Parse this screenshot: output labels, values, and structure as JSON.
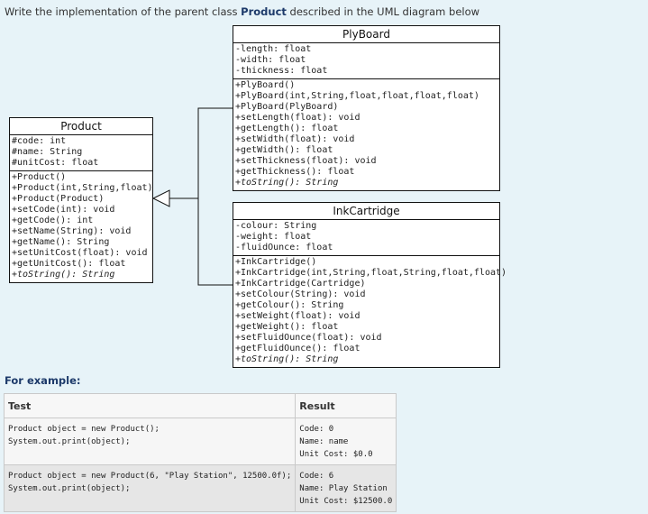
{
  "question": {
    "before": "Write the implementation of the parent class ",
    "bold": "Product",
    "after": " described in the UML diagram below"
  },
  "uml": {
    "product": {
      "name": "Product",
      "attributes": [
        "#code: int",
        "#name: String",
        "#unitCost: float"
      ],
      "methods": [
        "+Product()",
        "+Product(int,String,float)",
        "+Product(Product)",
        "+setCode(int): void",
        "+getCode(): int",
        "+setName(String): void",
        "+getName(): String",
        "+setUnitCost(float): void",
        "+getUnitCost(): float"
      ],
      "abstract_method": "+toString(): String"
    },
    "plyboard": {
      "name": "PlyBoard",
      "attributes": [
        "-length: float",
        "-width: float",
        "-thickness: float"
      ],
      "methods": [
        "+PlyBoard()",
        "+PlyBoard(int,String,float,float,float,float)",
        "+PlyBoard(PlyBoard)",
        "+setLength(float): void",
        "+getLength(): float",
        "+setWidth(float): void",
        "+getWidth(): float",
        "+setThickness(float): void",
        "+getThickness(): float"
      ],
      "abstract_method": "+toString(): String"
    },
    "inkcartridge": {
      "name": "InkCartridge",
      "attributes": [
        "-colour: String",
        "-weight: float",
        "-fluidOunce: float"
      ],
      "methods": [
        "+InkCartridge()",
        "+InkCartridge(int,String,float,String,float,float)",
        "+InkCartridge(Cartridge)",
        "+setColour(String): void",
        "+getColour(): String",
        "+setWeight(float): void",
        "+getWeight(): float",
        "+setFluidOunce(float): void",
        "+getFluidOunce(): float"
      ],
      "abstract_method": "+toString(): String"
    }
  },
  "example": {
    "label": "For example:",
    "headers": {
      "test": "Test",
      "result": "Result"
    },
    "rows": [
      {
        "test": [
          "Product object = new Product();",
          "System.out.print(object);"
        ],
        "result": [
          "Code: 0",
          "Name: name",
          "Unit Cost: $0.0"
        ]
      },
      {
        "test": [
          "Product object = new Product(6, \"Play Station\", 12500.0f);",
          "System.out.print(object);"
        ],
        "result": [
          "Code: 6",
          "Name: Play Station",
          "Unit Cost: $12500.0"
        ]
      }
    ]
  }
}
